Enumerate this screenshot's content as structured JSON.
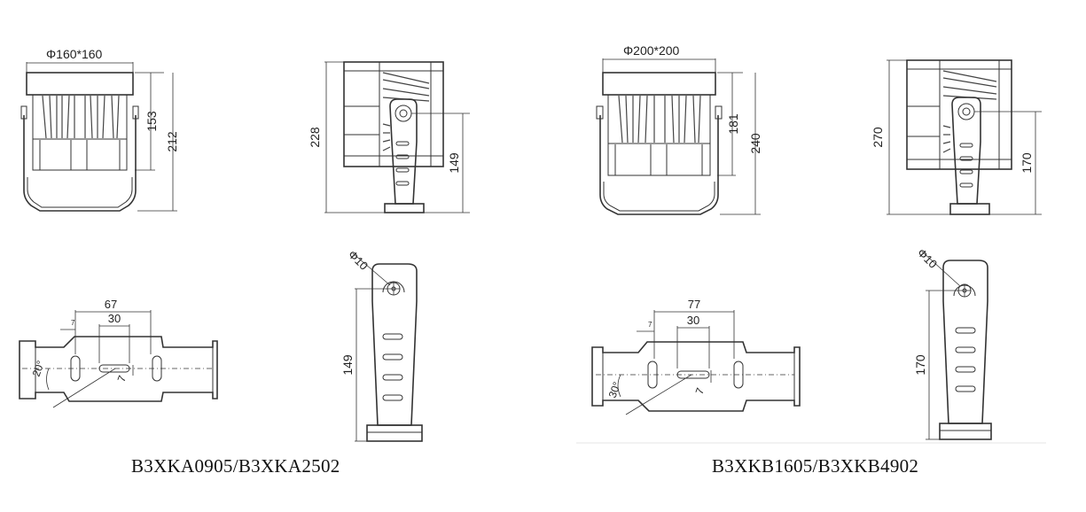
{
  "models": [
    {
      "caption": "B3XKA0905/B3XKA2502",
      "front": {
        "width_label": "Φ160*160",
        "body_height": "153",
        "total_height": "212"
      },
      "side": {
        "total_height": "228",
        "mount_height": "149"
      },
      "bottom": {
        "span_outer": "67",
        "span_inner": "30",
        "small_dim": "7",
        "slot_width": "7",
        "angle": "20°"
      },
      "bracket": {
        "hole_diameter": "Φ10",
        "height": "149"
      }
    },
    {
      "caption": "B3XKB1605/B3XKB4902",
      "front": {
        "width_label": "Φ200*200",
        "body_height": "181",
        "total_height": "240"
      },
      "side": {
        "total_height": "270",
        "mount_height": "170"
      },
      "bottom": {
        "span_outer": "77",
        "span_inner": "30",
        "small_dim": "7",
        "slot_width": "7",
        "angle": "30°"
      },
      "bracket": {
        "hole_diameter": "Φ10",
        "height": "170"
      }
    }
  ]
}
